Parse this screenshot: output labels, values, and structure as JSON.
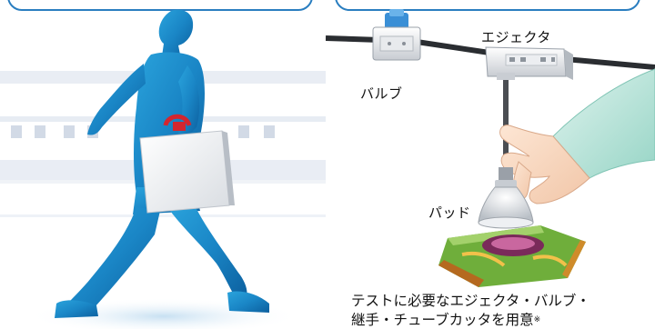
{
  "labels": {
    "ejector": "エジェクタ",
    "valve": "バルブ",
    "pad": "パッド"
  },
  "caption": {
    "line1": "テストに必要なエジェクタ・バルブ・",
    "line2": "継手・チューブカッタを用意",
    "note_mark": "※"
  },
  "colors": {
    "tab_border": "#2a7ec0",
    "person_silhouette": "#1e8fcc",
    "conveyor_stripe": "#dfe5ef",
    "tube": "#2a2d31"
  },
  "icons": {
    "person": "walking-person-silhouette",
    "case": "carrying-case",
    "valve": "valve-icon",
    "ejector": "ejector-icon",
    "pad": "suction-pad-icon",
    "hand": "hand-illustration",
    "package": "snack-package-illustration"
  }
}
